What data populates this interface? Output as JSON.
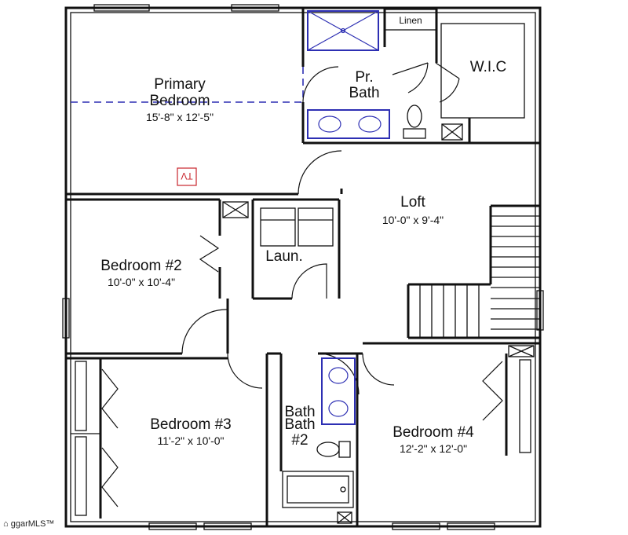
{
  "rooms": {
    "primary_bedroom": {
      "name_line1": "Primary",
      "name_line2": "Bedroom",
      "dims": "15'-8\" x 12'-5\""
    },
    "pr_bath": {
      "name_line1": "Pr.",
      "name_line2": "Bath"
    },
    "linen": {
      "name": "Linen"
    },
    "wic": {
      "name": "W.I.C"
    },
    "loft": {
      "name": "Loft",
      "dims": "10'-0\" x 9'-4\""
    },
    "laundry": {
      "name": "Laun."
    },
    "bedroom2": {
      "name": "Bedroom #2",
      "dims": "10'-0\" x 10'-4\""
    },
    "bedroom3": {
      "name": "Bedroom #3",
      "dims": "11'-2\" x 10'-0\""
    },
    "bath2": {
      "name_line1": "Bath",
      "name_line2": "Bath",
      "name_line3": "#2"
    },
    "bedroom4": {
      "name": "Bedroom #4",
      "dims": "12'-2\" x 12'-0\""
    }
  },
  "tv_label": "TV",
  "watermark": "ggarMLS™",
  "colors": {
    "walls": "#111111",
    "fixtures": "#2d2fb3",
    "tv": "#c8242c"
  }
}
